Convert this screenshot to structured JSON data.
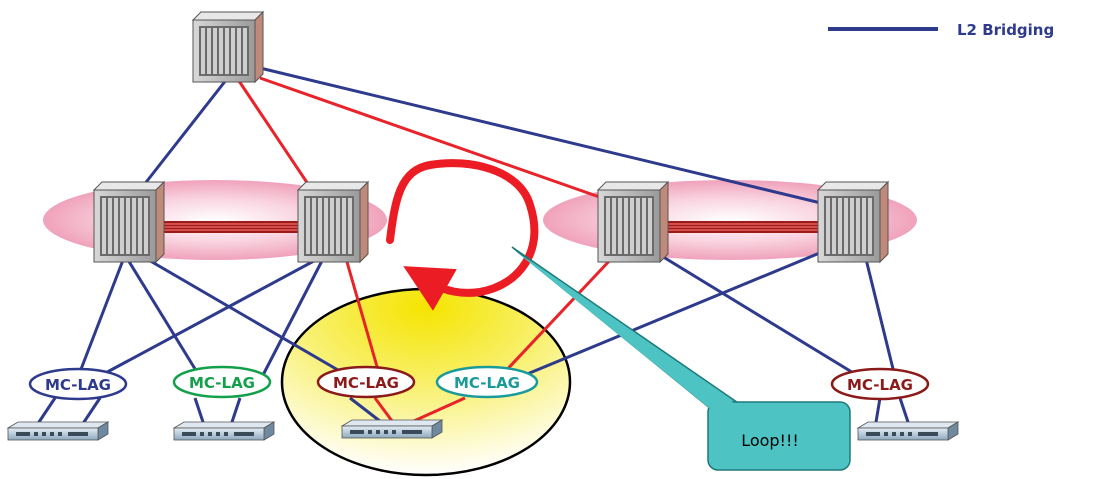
{
  "legend": {
    "label": "L2 Bridging",
    "color": "#2e3a8c"
  },
  "colors": {
    "l2_link": "#2e3a8c",
    "loop_link": "#e8232a",
    "isc_link": "#9b1b1b",
    "loop_arrow": "#ec1c24",
    "cluster_fill": "#f2a8c0",
    "highlight_fill": "#f7ea4a",
    "callout_fill": "#4ec3c3"
  },
  "mclag_labels": [
    {
      "id": "mclag-1",
      "text": "MC-LAG",
      "color": "#2e3a8c"
    },
    {
      "id": "mclag-2",
      "text": "MC-LAG",
      "color": "#13a04a"
    },
    {
      "id": "mclag-3",
      "text": "MC-LAG",
      "color": "#8b1a1a"
    },
    {
      "id": "mclag-4",
      "text": "MC-LAG",
      "color": "#1a9a9a"
    },
    {
      "id": "mclag-5",
      "text": "MC-LAG",
      "color": "#8b1a1a"
    }
  ],
  "callout": {
    "text": "Loop!!!"
  },
  "icons": {
    "chassis": "chassis-switch-icon",
    "access": "access-switch-icon"
  }
}
